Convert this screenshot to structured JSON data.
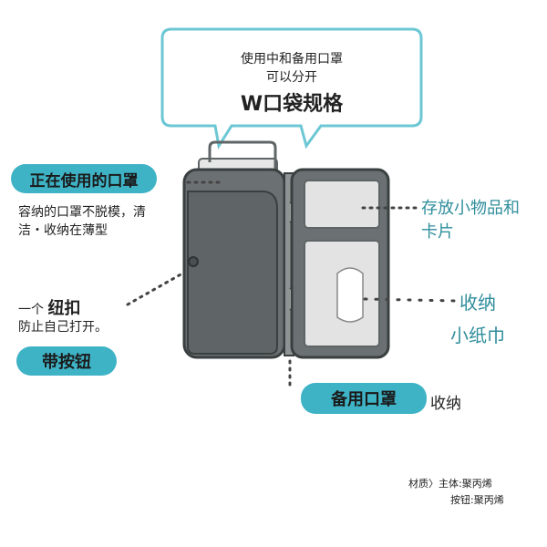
{
  "bubble": {
    "line1": "使用中和备用口罩",
    "line2": "可以分开",
    "title": "W口袋规格"
  },
  "left_top": {
    "badge": "正在使用的口罩",
    "desc1": "容纳的口罩不脱模，清",
    "desc2": "洁・收纳在薄型"
  },
  "left_mid": {
    "line1a": "一个 ",
    "line1b": "纽扣",
    "line2": "防止自己打开。",
    "badge": "带按钮"
  },
  "right_top": {
    "line1": "存放小物品和",
    "line2": "卡片"
  },
  "right_mid": {
    "line1": "收纳",
    "line2": "小纸巾"
  },
  "bottom": {
    "badge": "备用口罩",
    "suffix": "收纳"
  },
  "material": {
    "line1": "材质〉主体:聚丙烯",
    "line2": "按钮:聚丙烯"
  },
  "colors": {
    "accent": "#3fb3c6",
    "case": "#5f6566",
    "case_dark": "#3a3f40"
  }
}
